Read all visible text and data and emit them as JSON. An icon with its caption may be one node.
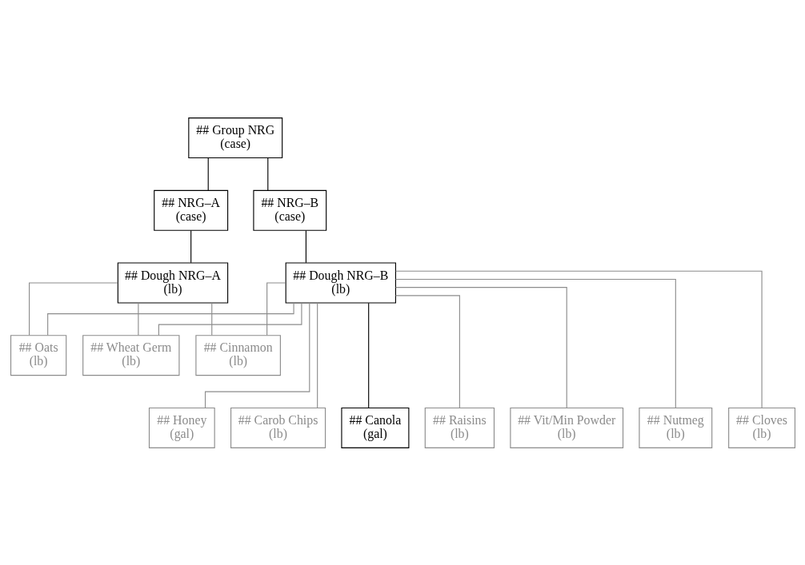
{
  "diagram": {
    "nodes": [
      {
        "text": [
          "## Group NRG",
          "(case)"
        ]
      },
      {
        "text": [
          "## NRG–A",
          "(case)"
        ]
      },
      {
        "text": [
          "## NRG–B",
          "(case)"
        ]
      },
      {
        "text": [
          "## Dough NRG–A",
          "(lb)"
        ]
      },
      {
        "text": [
          "## Dough NRG–B",
          "(lb)"
        ]
      },
      {
        "text": [
          "## Oats",
          "(lb)"
        ]
      },
      {
        "text": [
          "## Wheat Germ",
          "(lb)"
        ]
      },
      {
        "text": [
          "## Cinnamon",
          "(lb)"
        ]
      },
      {
        "text": [
          "## Nutmeg",
          "(lb)"
        ]
      },
      {
        "text": [
          "## Cloves",
          "(lb)"
        ]
      },
      {
        "text": [
          "## Honey",
          "(gal)"
        ]
      },
      {
        "text": [
          "## Carob Chips",
          "(lb)"
        ]
      },
      {
        "text": [
          "## Canola",
          "(gal)"
        ]
      },
      {
        "text": [
          "## Raisins",
          "(lb)"
        ]
      },
      {
        "text": [
          "## Vit/Min Powder",
          "(lb)"
        ]
      }
    ],
    "edges": [
      {
        "from": 0,
        "to": 1,
        "arrow": "none",
        "color": "#000000"
      },
      {
        "from": 0,
        "to": 2,
        "arrow": "none",
        "color": "#000000"
      },
      {
        "from": 1,
        "to": 3,
        "arrow": "none",
        "color": "#000000"
      },
      {
        "from": 2,
        "to": 4,
        "arrow": "none",
        "color": "#000000"
      },
      {
        "from": 3,
        "to": 5,
        "arrow": "none"
      },
      {
        "from": 3,
        "to": 6,
        "arrow": "none"
      },
      {
        "from": 3,
        "to": 7,
        "arrow": "none"
      },
      {
        "from": 4,
        "to": 5,
        "arrow": "none"
      },
      {
        "from": 4,
        "to": 6,
        "arrow": "none"
      },
      {
        "from": 4,
        "to": 7,
        "arrow": "none"
      },
      {
        "from": 4,
        "to": 8,
        "arrow": "none"
      },
      {
        "from": 4,
        "to": 9,
        "arrow": "none"
      },
      {
        "from": 4,
        "to": 10,
        "arrow": "none"
      },
      {
        "from": 4,
        "to": 11,
        "arrow": "none"
      },
      {
        "from": 4,
        "to": 12,
        "arrow": "none",
        "color": "#000000"
      },
      {
        "from": 4,
        "to": 13,
        "arrow": "none"
      },
      {
        "from": 4,
        "to": 14,
        "arrow": "none"
      }
    ]
  }
}
